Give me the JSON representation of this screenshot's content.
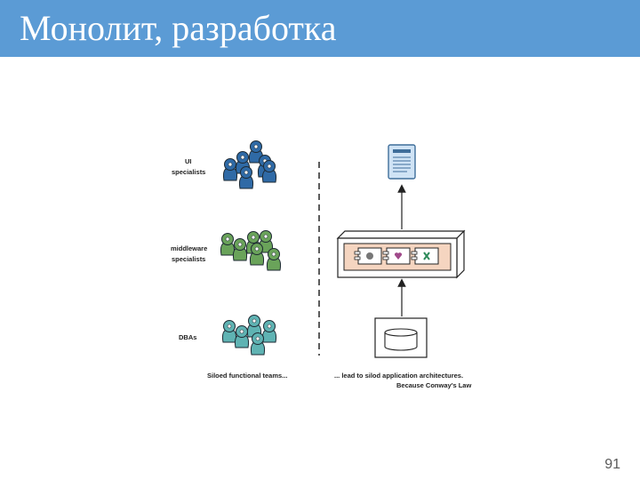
{
  "slide": {
    "title": "Монолит, разработка",
    "number": "91"
  },
  "diagram": {
    "teams": [
      {
        "label_line1": "UI",
        "label_line2": "specialists",
        "color": "#2f6aa6"
      },
      {
        "label_line1": "middleware",
        "label_line2": "specialists",
        "color": "#6aa35a"
      },
      {
        "label_line1": "DBAs",
        "label_line2": "",
        "color": "#5fb3b3"
      }
    ],
    "caption_left": "Siloed functional teams...",
    "caption_right_line1": "... lead to silod application architectures.",
    "caption_right_line2": "Because Conway's Law",
    "colors": {
      "title_bar": "#5b9bd5",
      "document": "#cfe3f5",
      "app_server_inner": "#f5d5c0",
      "divider": "#333333"
    },
    "icons": [
      "people-group-icon",
      "document-icon",
      "application-server-icon",
      "database-icon",
      "arrow-up-icon"
    ]
  }
}
